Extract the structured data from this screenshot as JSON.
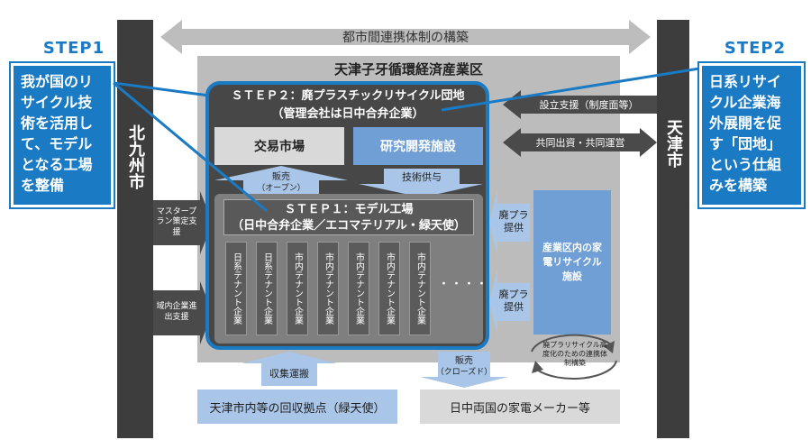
{
  "step1": {
    "title": "STEP1",
    "text": "我が国のリサイクル技術を活用して、モデルとなる工場を整備"
  },
  "step2": {
    "title": "STEP2",
    "text": "日系リサイクル企業海外展開を促す「団地」という仕組みを構築"
  },
  "top_arrow_label": "都市間連携体制の構築",
  "kitakyushu": "北九州市",
  "tianjin": "天津市",
  "zone_title": "天津子牙循環経済産業区",
  "park": {
    "title_line1": "ＳＴＥＰ２：廃プラスチックリサイクル団地",
    "title_line2": "（管理会社は日中合弁企業）"
  },
  "trade_market": "交易市場",
  "rd_facility": "研究開発施設",
  "sales_open_line1": "販売",
  "sales_open_line2": "（オープン）",
  "tech_supply": "技術供与",
  "model": {
    "line1": "ＳＴＥＰ１：モデル工場",
    "line2": "（日中合弁企業／エコマテリアル・緑天使）"
  },
  "tenants": [
    "日系テナント企業",
    "日系テナント企業",
    "市内テナント企業",
    "市内テナント企業",
    "市内テナント企業",
    "市内テナント企業",
    "市内テナント企業"
  ],
  "ellipsis": "・・・・",
  "master_plan": "マスタープラン策定支援",
  "regional_support": "域内企業進出支援",
  "waste_supply_1": "廃プラ提供",
  "waste_supply_2": "廃プラ提供",
  "appliance_facility": "産業区内の家電リサイクル施設",
  "setup_support": "設立支援（制度面等）",
  "joint_invest": "共同出資・共同運営",
  "cycle_text": "廃プラリサイクル高度化のための連携体制構築",
  "collection": "収集運搬",
  "sales_closed_line1": "販売",
  "sales_closed_line2": "（クローズド）",
  "collection_points": "天津市内等の回収拠点（緑天使）",
  "makers": "日中両国の家電メーカー等"
}
